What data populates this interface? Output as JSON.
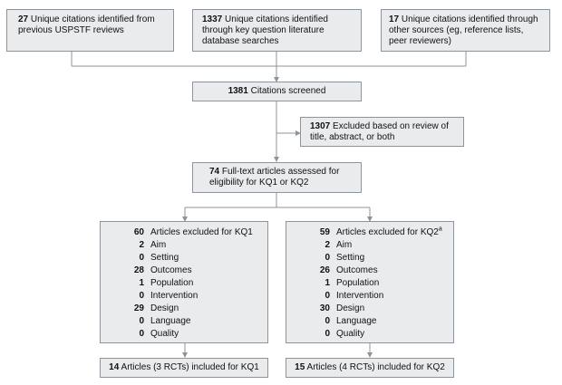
{
  "sources": [
    {
      "count": "27",
      "text": "Unique citations identified from previous USPSTF reviews"
    },
    {
      "count": "1337",
      "text": "Unique citations identified through key question literature database searches"
    },
    {
      "count": "17",
      "text": "Unique citations identified through other sources (eg, reference lists, peer reviewers)"
    }
  ],
  "screened": {
    "count": "1381",
    "text": "Citations screened"
  },
  "excluded_review": {
    "count": "1307",
    "text": "Excluded based on review of title, abstract, or both"
  },
  "fulltext": {
    "count": "74",
    "text": "Full-text articles assessed for eligibility for KQ1 or KQ2"
  },
  "kq1_excluded": {
    "count": "60",
    "text": "Articles excluded for KQ1",
    "sup": "",
    "reasons": [
      {
        "n": "2",
        "label": "Aim"
      },
      {
        "n": "0",
        "label": "Setting"
      },
      {
        "n": "28",
        "label": "Outcomes"
      },
      {
        "n": "1",
        "label": "Population"
      },
      {
        "n": "0",
        "label": "Intervention"
      },
      {
        "n": "29",
        "label": "Design"
      },
      {
        "n": "0",
        "label": "Language"
      },
      {
        "n": "0",
        "label": "Quality"
      }
    ]
  },
  "kq2_excluded": {
    "count": "59",
    "text": "Articles excluded for KQ2",
    "sup": "a",
    "reasons": [
      {
        "n": "2",
        "label": "Aim"
      },
      {
        "n": "0",
        "label": "Setting"
      },
      {
        "n": "26",
        "label": "Outcomes"
      },
      {
        "n": "1",
        "label": "Population"
      },
      {
        "n": "0",
        "label": "Intervention"
      },
      {
        "n": "30",
        "label": "Design"
      },
      {
        "n": "0",
        "label": "Language"
      },
      {
        "n": "0",
        "label": "Quality"
      }
    ]
  },
  "kq1_included": {
    "count": "14",
    "text": "Articles (3 RCTs) included for KQ1"
  },
  "kq2_included": {
    "count": "15",
    "text": "Articles (4 RCTs) included for KQ2"
  },
  "colors": {
    "box_fill": "#e9ebed",
    "box_border": "#8e9499",
    "line": "#8e9499"
  }
}
